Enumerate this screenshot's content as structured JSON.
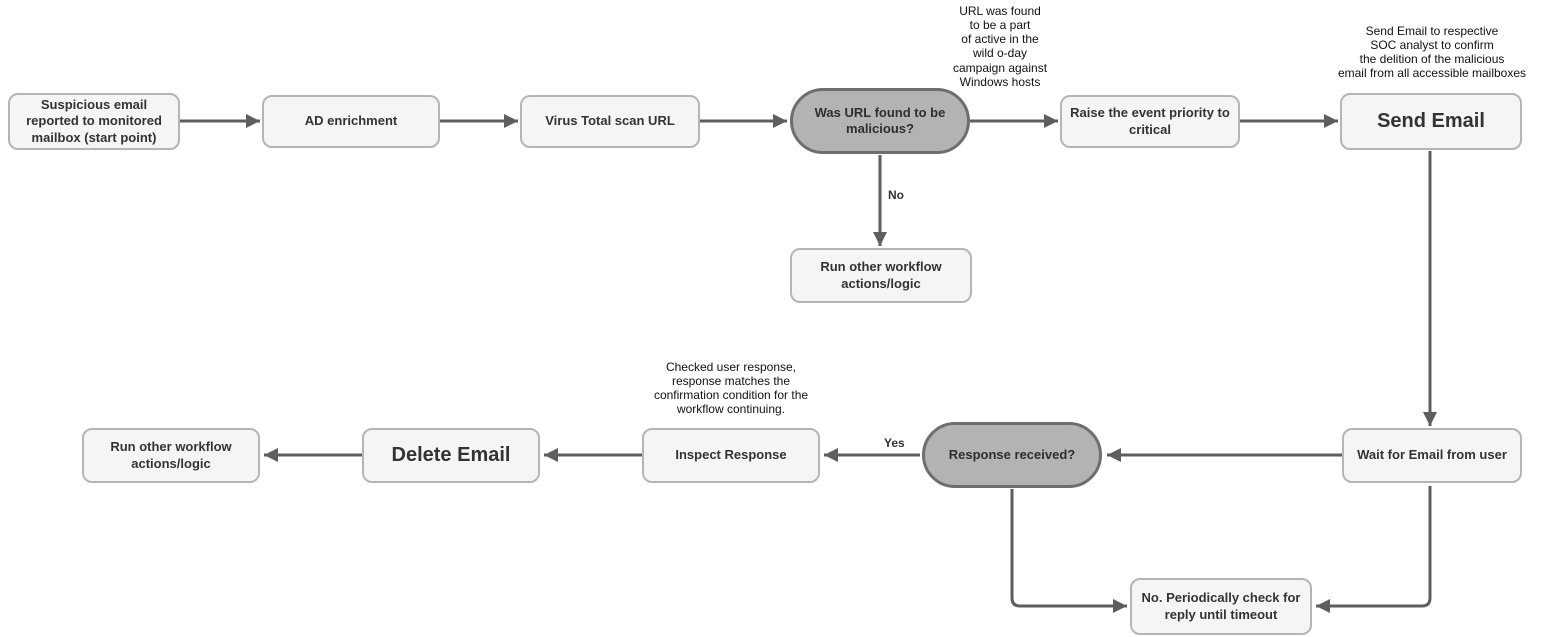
{
  "nodes": [
    {
      "id": "start",
      "type": "process",
      "label": "Suspicious email reported to monitored mailbox (start point)"
    },
    {
      "id": "ad-enrichment",
      "type": "process",
      "label": "AD enrichment"
    },
    {
      "id": "virus-total-scan",
      "type": "process",
      "label": "Virus Total scan URL"
    },
    {
      "id": "url-malicious-decision",
      "type": "decision",
      "label": "Was URL found to be malicious?"
    },
    {
      "id": "raise-priority",
      "type": "process",
      "label": "Raise the event priority to critical"
    },
    {
      "id": "send-email",
      "type": "process",
      "label": "Send Email"
    },
    {
      "id": "run-other-workflow-top",
      "type": "process",
      "label": "Run other workflow actions/logic"
    },
    {
      "id": "run-other-workflow-bottom",
      "type": "process",
      "label": "Run other workflow actions/logic"
    },
    {
      "id": "delete-email",
      "type": "process",
      "label": "Delete Email"
    },
    {
      "id": "inspect-response",
      "type": "process",
      "label": "Inspect Response"
    },
    {
      "id": "response-received-decision",
      "type": "decision",
      "label": "Response received?"
    },
    {
      "id": "wait-for-email",
      "type": "process",
      "label": "Wait for Email from user"
    },
    {
      "id": "periodic-check",
      "type": "process",
      "label": "No. Periodically check for reply until timeout"
    }
  ],
  "annotations": [
    {
      "id": "url-campaign-note",
      "text": "URL was found\nto be a part\nof active in the\nwild o-day\ncampaign against\nWindows hosts"
    },
    {
      "id": "send-email-note",
      "text": "Send Email to respective\nSOC analyst to confirm\nthe delition of the malicious\nemail from all accessible mailboxes"
    },
    {
      "id": "checked-response-note",
      "text": "Checked user response,\nresponse matches the\nconfirmation condition for the\nworkflow continuing."
    }
  ],
  "edge_labels": [
    {
      "id": "no-label",
      "text": "No"
    },
    {
      "id": "yes-label",
      "text": "Yes"
    }
  ],
  "colors": {
    "process_fill": "#f5f5f5",
    "process_border": "#b5b5b5",
    "decision_fill": "#b3b3b3",
    "decision_border": "#6e6e6e",
    "arrow": "#5e5e5e",
    "text": "#333333"
  }
}
